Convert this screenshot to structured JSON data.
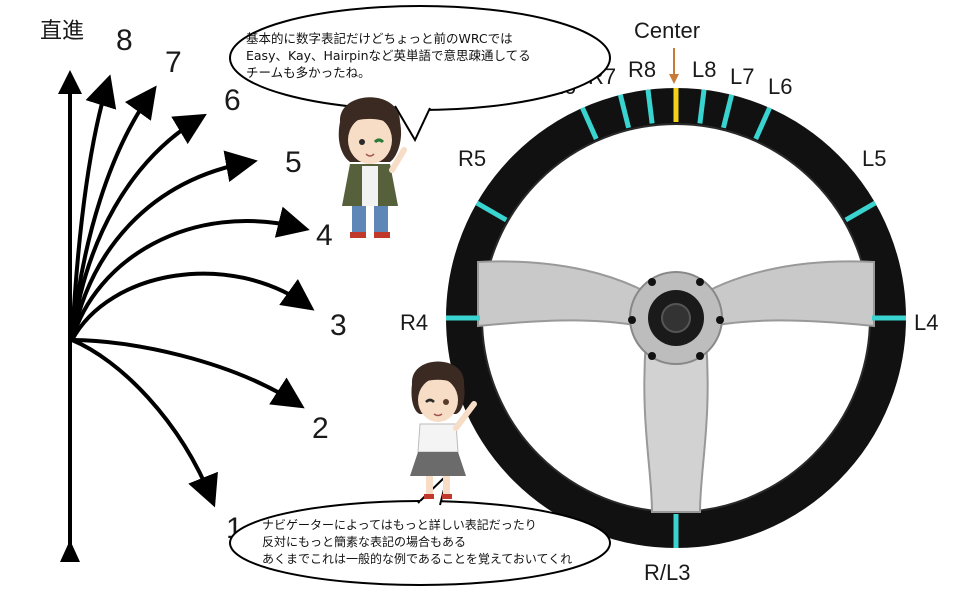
{
  "direction_chart": {
    "straight_label": "直進",
    "numbers": [
      "1",
      "2",
      "3",
      "4",
      "5",
      "6",
      "7",
      "8"
    ]
  },
  "wheel": {
    "center_label": "Center",
    "left_labels": [
      "L8",
      "L7",
      "L6",
      "L5",
      "L4"
    ],
    "right_labels": [
      "R8",
      "R7",
      "R6",
      "R5",
      "R4"
    ],
    "bottom_label": "R/L3",
    "colors": {
      "rim": "#111111",
      "marker": "#39d4d0",
      "center_marker": "#f2d21a",
      "spoke": "#c9c9c9"
    }
  },
  "bubble_top": {
    "lines": [
      "基本的に数字表記だけどちょっと前のWRCでは",
      "Easy、Kay、Hairpinなど英単語で意思疎通してる",
      "チームも多かったね。"
    ]
  },
  "bubble_bottom": {
    "lines": [
      "ナビゲーターによってはもっと詳しい表記だったり",
      "反対にもっと簡素な表記の場合もある",
      "あくまでこれは一般的な例であることを覚えておいてくれ"
    ]
  }
}
